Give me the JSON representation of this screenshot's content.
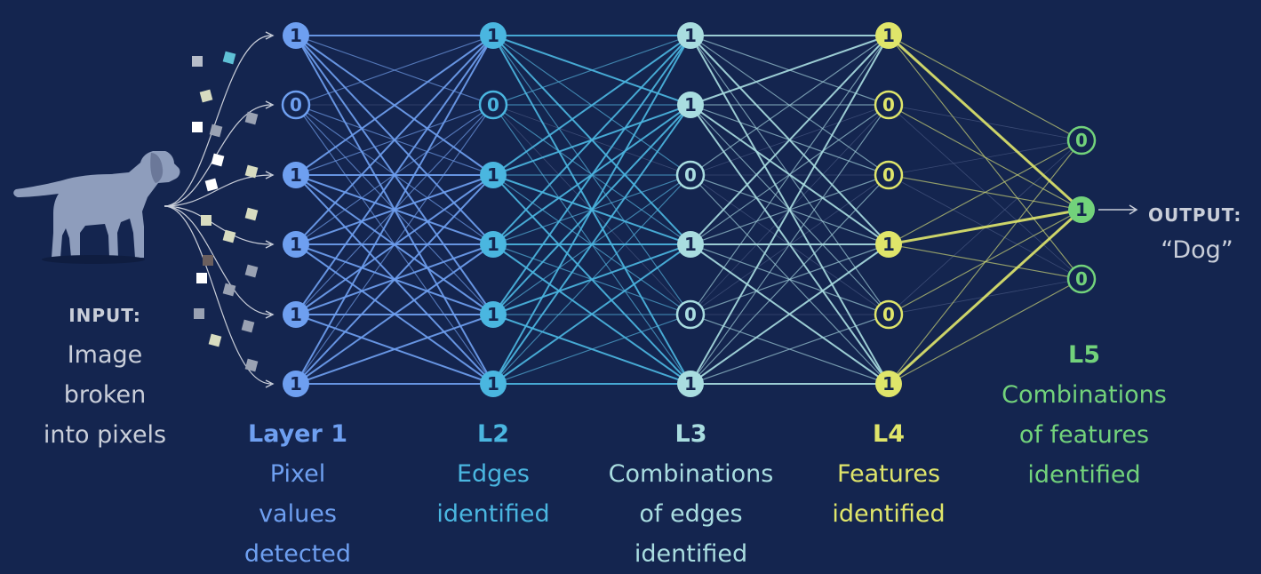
{
  "input": {
    "heading": "INPUT:",
    "lines": [
      "Image",
      "broken",
      "into pixels"
    ]
  },
  "output": {
    "heading": "OUTPUT:",
    "value": "“Dog”"
  },
  "layers": [
    {
      "title": "Layer 1",
      "lines": [
        "Pixel",
        "values",
        "detected"
      ],
      "color": "#6e9ff0",
      "nodes": [
        "1",
        "0",
        "1",
        "1",
        "1",
        "1"
      ]
    },
    {
      "title": "L2",
      "lines": [
        "Edges",
        "identified"
      ],
      "color": "#4ab6e0",
      "nodes": [
        "1",
        "0",
        "1",
        "1",
        "1",
        "1"
      ]
    },
    {
      "title": "L3",
      "lines": [
        "Combinations",
        "of edges",
        "identified"
      ],
      "color": "#a9dde0",
      "nodes": [
        "1",
        "1",
        "0",
        "1",
        "0",
        "1"
      ]
    },
    {
      "title": "L4",
      "lines": [
        "Features",
        "identified"
      ],
      "color": "#dfe56a",
      "nodes": [
        "1",
        "0",
        "0",
        "1",
        "0",
        "1"
      ]
    },
    {
      "title": "L5",
      "lines": [
        "Combinations",
        "of features",
        "identified"
      ],
      "color": "#72d27b",
      "nodes": [
        "0",
        "1",
        "0"
      ]
    }
  ],
  "icons": {
    "input_image": "dog-icon"
  },
  "colors": {
    "background": "#14254f",
    "zero_node_fill": "#14254f"
  }
}
